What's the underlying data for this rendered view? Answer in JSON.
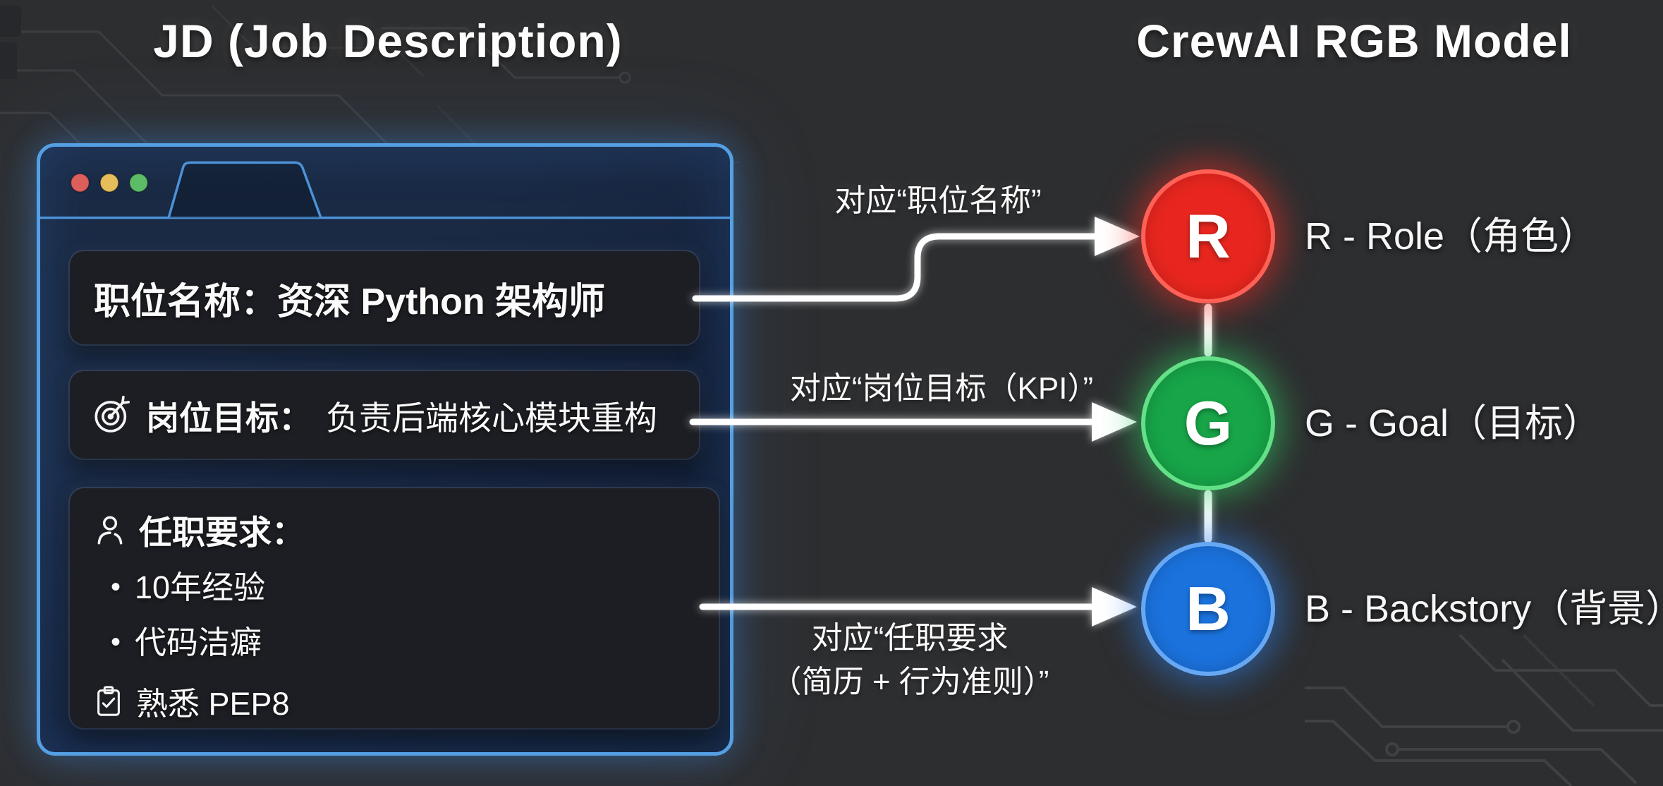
{
  "titles": {
    "left": "JD (Job Description)",
    "right": "CrewAI RGB Model"
  },
  "window": {
    "traffic_lights": [
      {
        "name": "close",
        "color": "#dd5f5c"
      },
      {
        "name": "minimize",
        "color": "#e5bd5a"
      },
      {
        "name": "zoom",
        "color": "#5cbd66"
      }
    ],
    "cards": [
      {
        "label": "职位名称：",
        "value": "资深 Python 架构师"
      },
      {
        "icon": "target-icon",
        "label": "岗位目标：",
        "value": "负责后端核心模块重构"
      },
      {
        "icon": "person-icon",
        "label": "任职要求：",
        "bullets": [
          "10年经验",
          "代码洁癖"
        ],
        "note_icon": "clipboard-icon",
        "note": "熟悉 PEP8"
      }
    ]
  },
  "mappings": [
    {
      "label": "对应“职位名称”"
    },
    {
      "label": "对应“岗位目标（KPI）”"
    },
    {
      "label_lines": [
        "对应“任职要求",
        "（简历 + 行为准则）”"
      ]
    }
  ],
  "nodes": [
    {
      "letter": "R",
      "label": "R - Role（角色）",
      "fill": "#e8261f",
      "ring": "#ff6157",
      "glow": "rgba(238,45,35,0.55)"
    },
    {
      "letter": "G",
      "label": "G - Goal（目标）",
      "fill": "#17a548",
      "ring": "#63e088",
      "glow": "rgba(45,200,95,0.55)"
    },
    {
      "letter": "B",
      "label": "B - Backstory（背景）",
      "fill": "#1b72dd",
      "ring": "#67a8f5",
      "glow": "rgba(45,125,230,0.55)"
    }
  ],
  "colors": {
    "window_border": "#55a0e4",
    "arrow": "#ffffff",
    "background": "#2d2e30"
  }
}
